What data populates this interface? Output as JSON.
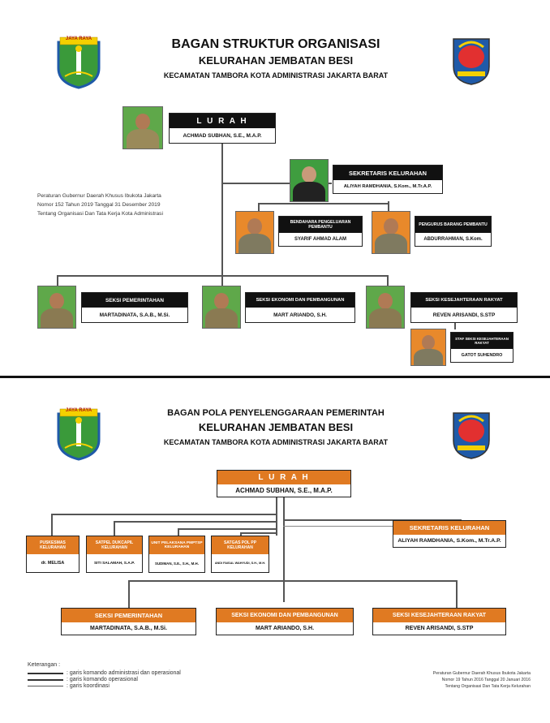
{
  "top": {
    "title1": "BAGAN STRUKTUR ORGANISASI",
    "title2": "KELURAHAN JEMBATAN BESI",
    "title3": "KECAMATAN TAMBORA KOTA ADMINISTRASI JAKARTA BARAT",
    "logo_left_text": "JAYA RAYA",
    "regulation": [
      "Peraturan Gubernur Daerah Khusus Ibukota Jakarta",
      "Nomor 152 Tahun 2019 Tanggal 31 Desember 2019",
      "Tentang Organisasi Dan Tata Kerja Kota Administrasi"
    ],
    "lurah": {
      "title": "L U R A H",
      "name": "ACHMAD SUBHAN, S.E., M.A.P."
    },
    "sekretaris": {
      "title": "SEKRETARIS KELURAHAN",
      "name": "ALIYAH RAMDHANIA, S.Kom., M.Tr.A.P."
    },
    "bendahara": {
      "title": "BENDAHARA PENGELUARAN PEMBANTU",
      "name": "SYARIF AHMAD ALAM"
    },
    "pengurus": {
      "title": "PENGURUS BARANG PEMBANTU",
      "name": "ABDURRAHMAN, S.Kom."
    },
    "seksi1": {
      "title": "SEKSI PEMERINTAHAN",
      "name": "MARTADINATA, S.A.B., M.Si."
    },
    "seksi2": {
      "title": "SEKSI EKONOMI DAN PEMBANGUNAN",
      "name": "MART ARIANDO, S.H."
    },
    "seksi3": {
      "title": "SEKSI KESEJAHTERAAN RAKYAT",
      "name": "REVEN ARISANDI, S.STP"
    },
    "staf": {
      "title": "STAF SEKSI KESEJAHTERAAN RAKYAT",
      "name": "GATOT SUHENDRO"
    }
  },
  "bottom": {
    "title1": "BAGAN POLA PENYELENGGARAAN PEMERINTAH",
    "title2": "KELURAHAN JEMBATAN BESI",
    "title3": "KECAMATAN TAMBORA KOTA ADMINISTRASI JAKARTA BARAT",
    "logo_left_text": "JAYA RAYA",
    "lurah": {
      "title": "L U R A H",
      "name": "ACHMAD SUBHAN, S.E., M.A.P."
    },
    "sekretaris": {
      "title": "SEKRETARIS KELURAHAN",
      "name": "ALIYAH RAMDHANIA, S.Kom., M.Tr.A.P."
    },
    "units": [
      {
        "title": "PUSKESMAS KELURAHAN",
        "name": "dr. MELISA"
      },
      {
        "title": "SATPEL DUKCAPIL KELURAHAN",
        "name": "SITI SALAMAH, S.A.P."
      },
      {
        "title": "UNIT PELAKSANA PMPTSP KELURAHAN",
        "name": "SUDIMAN, S.E., S.H., M.H."
      },
      {
        "title": "SATGAS POL PP KELURAHAN",
        "name": "ANDI FAISAL WAHYUDI, S.H., M.H."
      }
    ],
    "seksi": [
      {
        "title": "SEKSI PEMERINTAHAN",
        "name": "MARTADINATA, S.A.B., M.Si."
      },
      {
        "title": "SEKSI EKONOMI DAN PEMBANGUNAN",
        "name": "MART ARIANDO, S.H."
      },
      {
        "title": "SEKSI KESEJAHTERAAN RAKYAT",
        "name": "REVEN ARISANDI, S.STP"
      }
    ],
    "legend_title": "Keterangan :",
    "legend": [
      ": garis komando administrasi dan operasional",
      ": garis komando operasional",
      ": garis koordinasi"
    ],
    "regulation": [
      "Peraturan Gubernur Daerah Khusus Ibukota Jakarta",
      "Nomor 19 Tahun 2016 Tanggal 20 Januari 2016",
      "Tentang Organisasi Dan Tata Kerja Kelurahan"
    ]
  }
}
